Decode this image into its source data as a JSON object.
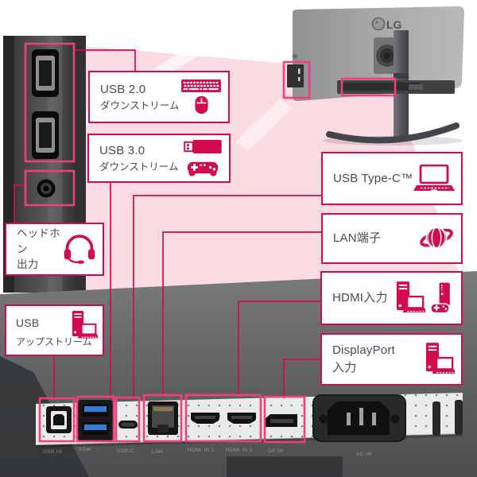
{
  "colors": {
    "accent": "#d40a51",
    "highlight": "#ee3f7e",
    "beam": "#fadbe1",
    "text": "#4b4b4b",
    "usb_blue": "#2e7fd8"
  },
  "monitor": {
    "brand": "LG"
  },
  "callouts": {
    "usb2_downstream": {
      "title": "USB 2.0",
      "subtitle": "ダウンストリーム",
      "icons": [
        "keyboard-icon",
        "mouse-icon"
      ]
    },
    "usb3_downstream": {
      "title": "USB 3.0",
      "subtitle": "ダウンストリーム",
      "icons": [
        "usb-flash-drive-icon",
        "gamepad-icon"
      ]
    },
    "headphone_out": {
      "title": "ヘッドホン",
      "subtitle": "出力",
      "icons": [
        "headset-icon"
      ]
    },
    "usb_upstream": {
      "title": "USB",
      "subtitle": "アップストリーム",
      "icons": [
        "desktop-pc-laptop-icon"
      ]
    },
    "usb_type_c": {
      "title": "USB Type-C™",
      "subtitle": "",
      "icons": [
        "laptop-icon"
      ]
    },
    "lan": {
      "title": "LAN端子",
      "subtitle": "",
      "icons": [
        "globe-network-icon"
      ]
    },
    "hdmi_in": {
      "title": "HDMI入力",
      "subtitle": "",
      "icons": [
        "desktop-pc-laptop-icon",
        "game-console-controller-icon"
      ]
    },
    "displayport_in": {
      "title": "DisplayPort",
      "subtitle": "入力",
      "icons": [
        "desktop-pc-laptop-icon"
      ]
    }
  },
  "bottom_ports": {
    "labels": [
      "USB IN",
      "SS⇄",
      "USB-C",
      "LAN",
      "HDMI IN 1",
      "HDMI IN 2",
      "DP IN",
      "AC-IN"
    ]
  }
}
